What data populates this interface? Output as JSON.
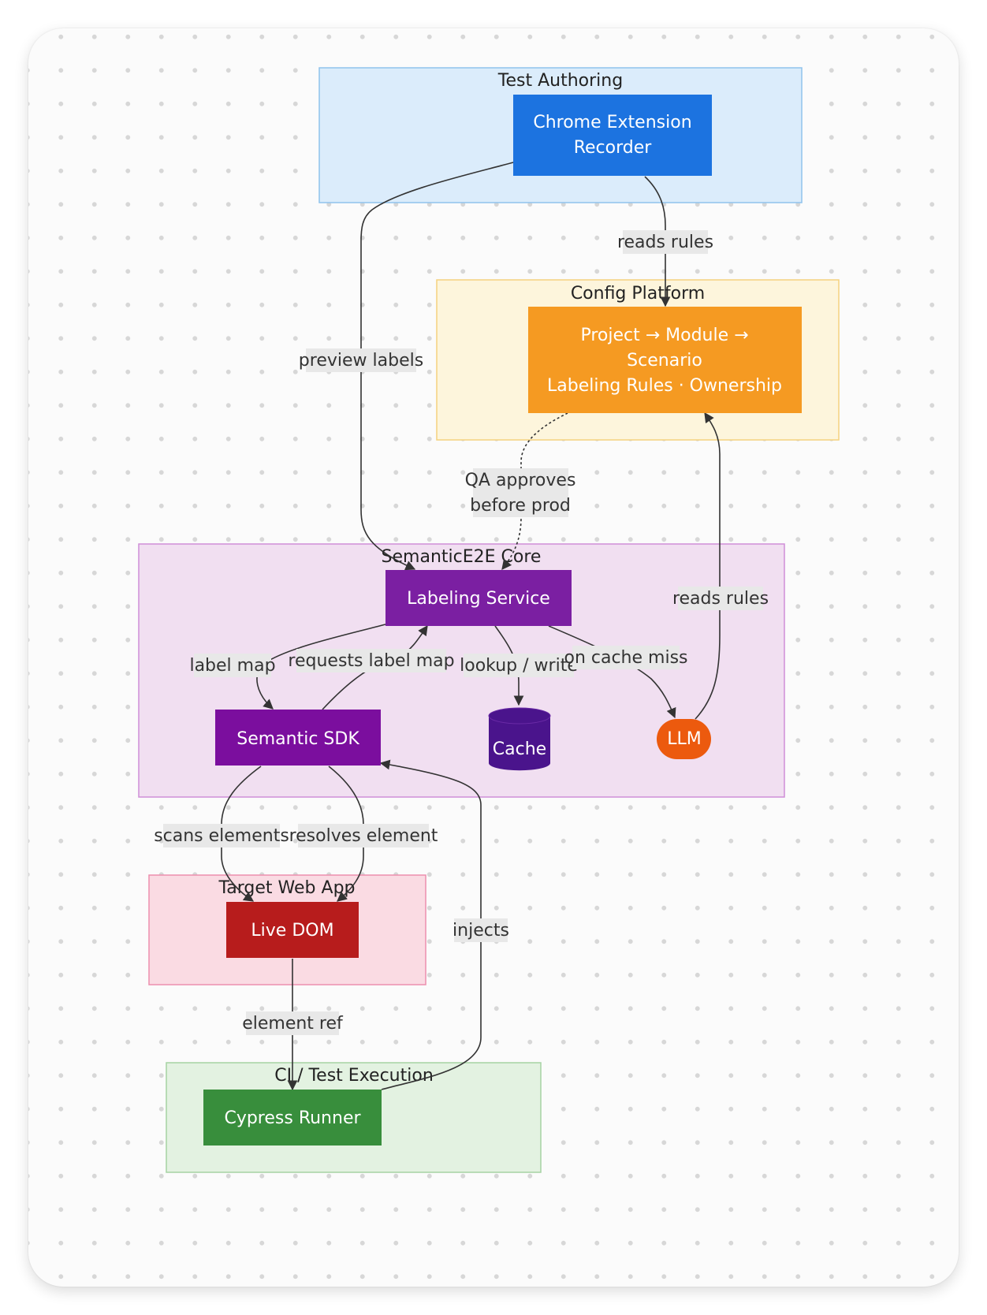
{
  "colors": {
    "test_authoring_bg": "#dbecfb",
    "test_authoring_border": "#90c3ec",
    "config_bg": "#fdf5dc",
    "config_border": "#f5d27e",
    "core_bg": "#f1dff1",
    "core_border": "#d08ed8",
    "target_bg": "#fadbe3",
    "target_border": "#ec8fae",
    "ci_bg": "#e3f2e1",
    "ci_border": "#a6d3a3",
    "chrome_extension": "#1c73e0",
    "config_node": "#f59a22",
    "labeling_service": "#7b1fa2",
    "semantic_sdk": "#7b0e9e",
    "cache": "#4a148c",
    "llm": "#ec5a0e",
    "live_dom": "#b71c1c",
    "cypress": "#388e3c",
    "edge": "#333333",
    "edge_label_bg": "#e8e8e8"
  },
  "clusters": {
    "test_authoring": "Test Authoring",
    "config_platform": "Config Platform",
    "core": "SemanticE2E Core",
    "target_web_app": "Target Web App",
    "ci": "CI / Test Execution"
  },
  "nodes": {
    "chrome_extension": [
      "Chrome Extension",
      "Recorder"
    ],
    "config_platform": [
      "Project → Module →",
      "Scenario",
      "Labeling Rules · Ownership"
    ],
    "labeling_service": "Labeling Service",
    "semantic_sdk": "Semantic SDK",
    "cache": "Cache",
    "llm": "LLM",
    "live_dom": "Live DOM",
    "cypress_runner": "Cypress Runner"
  },
  "edges": {
    "reads_rules_ext": "reads rules",
    "preview_labels": "preview labels",
    "qa_approves": [
      "QA approves",
      "before prod"
    ],
    "reads_rules_llm": "reads rules",
    "label_map": "label map",
    "requests_label_map": "requests label map",
    "lookup_write": "lookup / write",
    "on_cache_miss": "on cache miss",
    "scans_elements": "scans elements",
    "resolves_element": "resolves element",
    "injects": "injects",
    "element_ref": "element ref"
  }
}
